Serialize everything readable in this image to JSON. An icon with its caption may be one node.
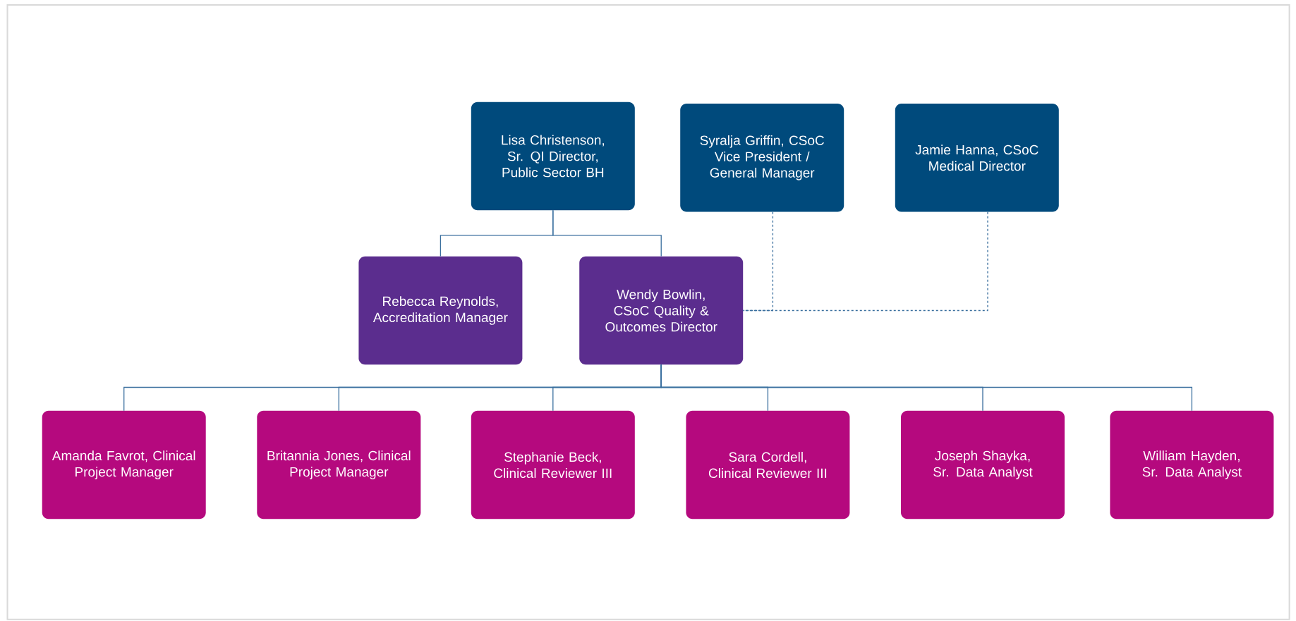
{
  "diagram": {
    "nodes": [
      {
        "text": [
          "Lisa Christenson, Sr. QI Director, Public Sector BH"
        ]
      },
      {
        "text": [
          "Syralja Griffin, CSoC Vice President / General Manager"
        ]
      },
      {
        "text": [
          "Jamie Hanna, CSoC Medical Director"
        ]
      },
      {
        "text": [
          "Rebecca Reynolds, Accreditation Manager"
        ]
      },
      {
        "text": [
          "Wendy Bowlin, CSoC Quality & Outcomes Director"
        ]
      },
      {
        "text": [
          "Amanda Favrot, Clinical Project Manager"
        ]
      },
      {
        "text": [
          "Britannia Jones, Clinical Project Manager"
        ]
      },
      {
        "text": [
          "Stephanie Beck, Clinical Reviewer III"
        ]
      },
      {
        "text": [
          "Sara Cordell, Clinical Reviewer III"
        ]
      },
      {
        "text": [
          "Joseph Shayka, Sr. Data Analyst"
        ]
      },
      {
        "text": [
          "William Hayden, Sr. Data Analyst"
        ]
      }
    ],
    "edges": [
      {
        "from": 0,
        "to": 3,
        "arrow": "none"
      },
      {
        "from": 0,
        "to": 4,
        "arrow": "none"
      },
      {
        "from": 1,
        "to": 4,
        "arrow": "none",
        "style": "dashed"
      },
      {
        "from": 2,
        "to": 4,
        "arrow": "none",
        "style": "dashed"
      },
      {
        "from": 4,
        "to": 5,
        "arrow": "none"
      },
      {
        "from": 4,
        "to": 6,
        "arrow": "none"
      },
      {
        "from": 4,
        "to": 7,
        "arrow": "none"
      },
      {
        "from": 4,
        "to": 8,
        "arrow": "none"
      },
      {
        "from": 4,
        "to": 9,
        "arrow": "none"
      },
      {
        "from": 4,
        "to": 10,
        "arrow": "none"
      }
    ]
  }
}
